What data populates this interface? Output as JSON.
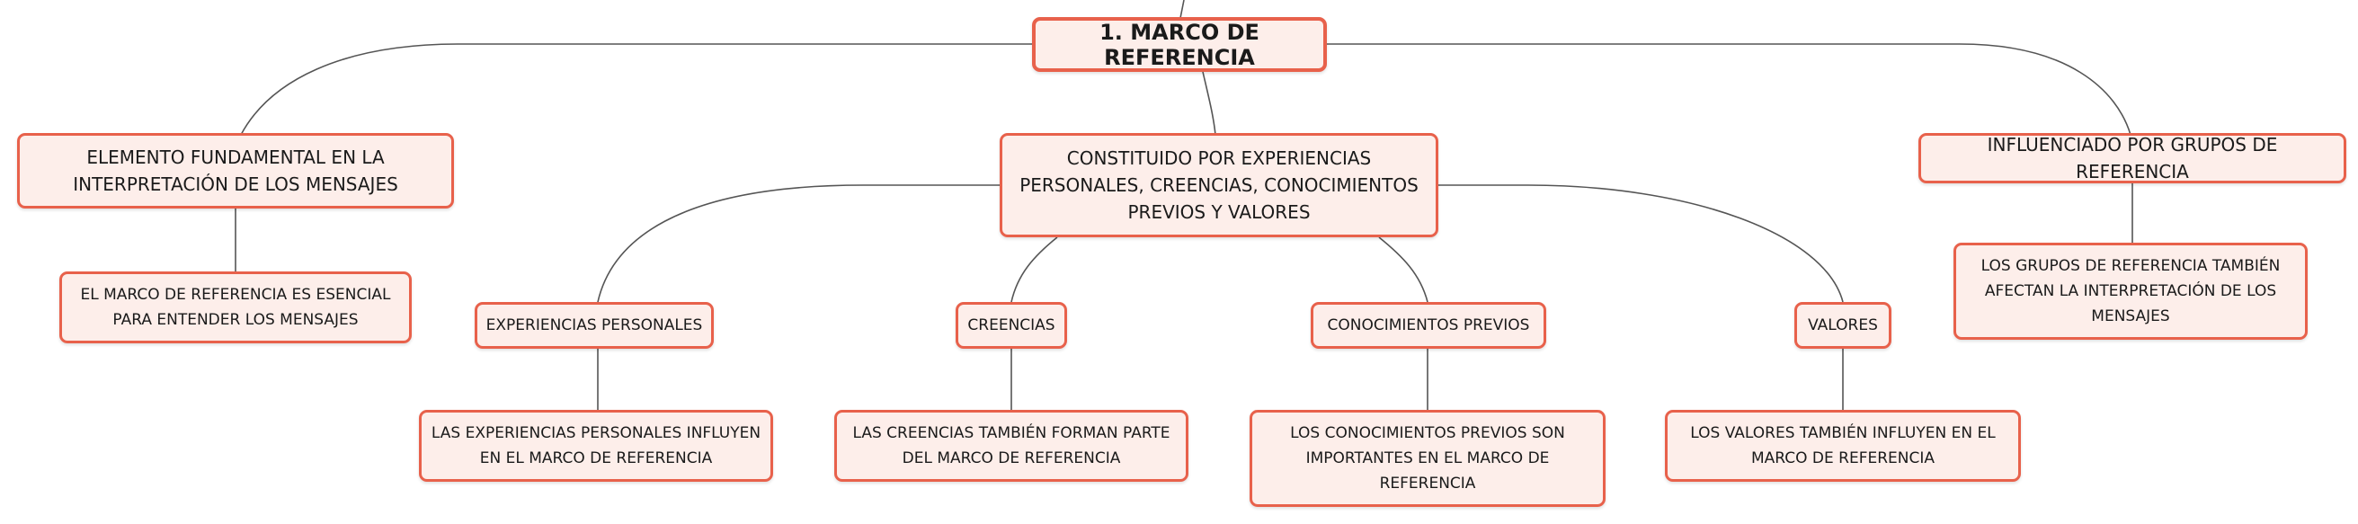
{
  "colors": {
    "line": "#555555",
    "node_border": "#e8614b",
    "node_fill": "#fdeeea"
  },
  "root": {
    "label": "1. MARCO DE REFERENCIA"
  },
  "branch_left": {
    "label": "ELEMENTO FUNDAMENTAL EN LA INTERPRETACIÓN DE LOS MENSAJES",
    "detail": "EL MARCO DE REFERENCIA ES ESENCIAL PARA ENTENDER LOS MENSAJES"
  },
  "branch_center": {
    "label": "CONSTITUIDO POR EXPERIENCIAS PERSONALES, CREENCIAS, CONOCIMIENTOS PREVIOS Y VALORES",
    "children": [
      {
        "label": "EXPERIENCIAS PERSONALES",
        "detail": "LAS EXPERIENCIAS PERSONALES INFLUYEN EN EL MARCO DE REFERENCIA"
      },
      {
        "label": "CREENCIAS",
        "detail": "LAS CREENCIAS TAMBIÉN FORMAN PARTE DEL MARCO DE REFERENCIA"
      },
      {
        "label": "CONOCIMIENTOS PREVIOS",
        "detail": "LOS CONOCIMIENTOS PREVIOS SON IMPORTANTES EN EL MARCO DE REFERENCIA"
      },
      {
        "label": "VALORES",
        "detail": "LOS VALORES TAMBIÉN INFLUYEN EN EL MARCO DE REFERENCIA"
      }
    ]
  },
  "branch_right": {
    "label": "INFLUENCIADO POR GRUPOS DE REFERENCIA",
    "detail": "LOS GRUPOS DE REFERENCIA TAMBIÉN AFECTAN LA INTERPRETACIÓN DE LOS MENSAJES"
  }
}
